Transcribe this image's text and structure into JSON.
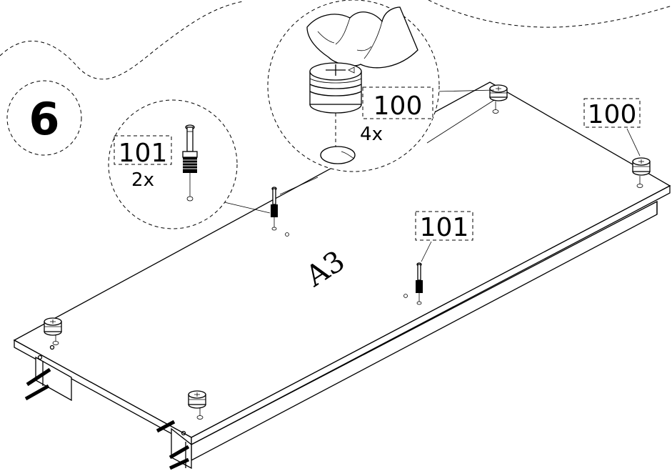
{
  "step_number": "6",
  "panel_label": "A3",
  "callouts": {
    "cam_lock_zoom": {
      "part": "100",
      "quantity": "4x"
    },
    "dowel_zoom": {
      "part": "101",
      "quantity": "2x"
    },
    "cam_lock_board": {
      "part": "100"
    },
    "dowel_board": {
      "part": "101"
    }
  },
  "colors": {
    "line": "#000000",
    "background": "#ffffff"
  },
  "icons": [
    "hand-icon",
    "cam-lock-icon",
    "dowel-screw-icon"
  ]
}
